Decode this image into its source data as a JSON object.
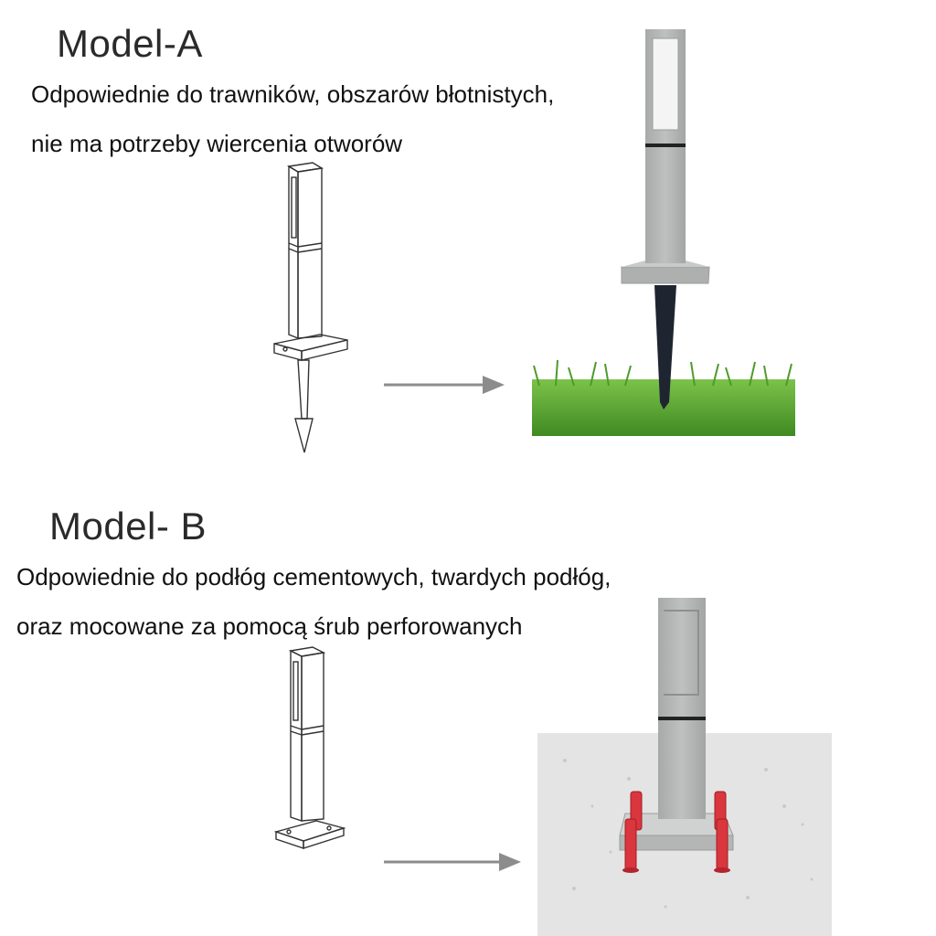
{
  "model_a": {
    "title": "Model-A",
    "description_line1": "Odpowiednie do trawników, obszarów błotnistych,",
    "description_line2": "nie ma potrzeby wiercenia otworów"
  },
  "model_b": {
    "title": "Model- B",
    "description_line1": "Odpowiednie do podłóg cementowych, twardych podłóg,",
    "description_line2": "oraz mocowane za pomocą śrub perforowanych"
  },
  "colors": {
    "lamp_body": "#b6b8b8",
    "grass": "#5aa233",
    "concrete": "#e3e3e3",
    "screw": "#d9363e",
    "arrow": "#8c8c8c"
  },
  "icons": [
    "arrow-right-icon",
    "spike-lamp-sketch",
    "base-lamp-sketch"
  ]
}
